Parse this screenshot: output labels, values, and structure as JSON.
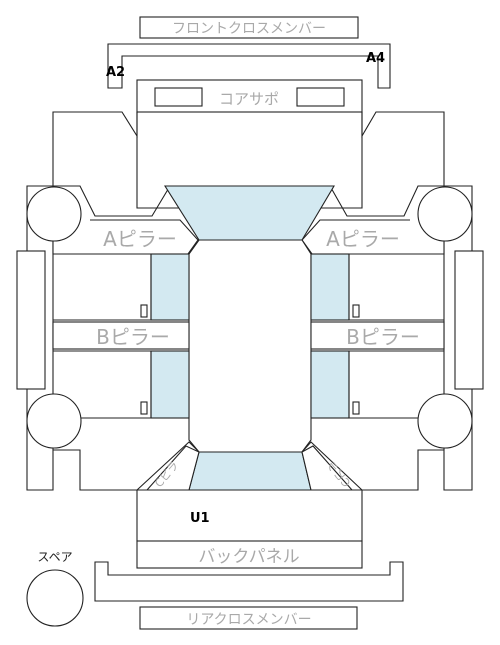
{
  "labels": {
    "front_cross_member": "フロントクロスメンバー",
    "core_support": "コアサポ",
    "a_pillar_left": "Aピラー",
    "a_pillar_right": "Aピラー",
    "b_pillar_left": "Bピラー",
    "b_pillar_right": "Bピラー",
    "back_panel": "バックパネル",
    "rear_cross_member": "リアクロスメンバー",
    "spare": "スペア",
    "c_pillar_left": "Cピラ",
    "c_pillar_right": "Cピラ"
  },
  "markers": {
    "a2": "A2",
    "a4": "A4",
    "u1": "U1"
  },
  "colors": {
    "glass": "#d3e9f1",
    "label": "#a9a9a9",
    "line": "#222222"
  }
}
